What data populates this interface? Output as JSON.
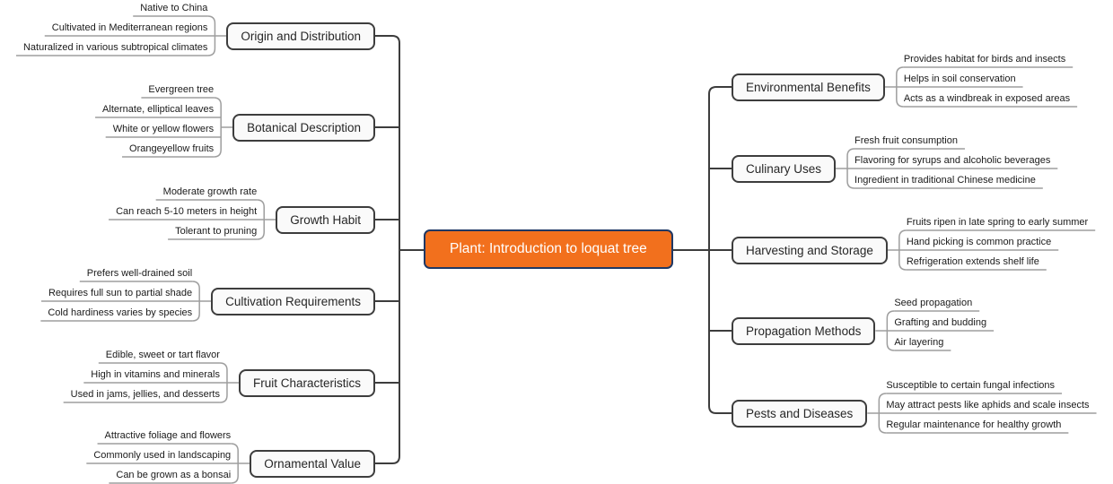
{
  "mindmap": {
    "root": {
      "label": "Plant: Introduction to loquat tree"
    },
    "left_branches": [
      {
        "label": "Origin and Distribution",
        "children": [
          "Native to China",
          "Cultivated in Mediterranean regions",
          "Naturalized in various subtropical climates"
        ]
      },
      {
        "label": "Botanical Description",
        "children": [
          "Evergreen tree",
          "Alternate, elliptical leaves",
          "White or yellow flowers",
          "Orangeyellow fruits"
        ]
      },
      {
        "label": "Growth Habit",
        "children": [
          "Moderate growth rate",
          "Can reach 5-10 meters in height",
          "Tolerant to pruning"
        ]
      },
      {
        "label": "Cultivation Requirements",
        "children": [
          "Prefers well-drained soil",
          "Requires full sun to partial shade",
          "Cold hardiness varies by species"
        ]
      },
      {
        "label": "Fruit Characteristics",
        "children": [
          "Edible, sweet or tart flavor",
          "High in vitamins and minerals",
          "Used in jams, jellies, and desserts"
        ]
      },
      {
        "label": "Ornamental Value",
        "children": [
          "Attractive foliage and flowers",
          "Commonly used in landscaping",
          "Can be grown as a bonsai"
        ]
      }
    ],
    "right_branches": [
      {
        "label": "Environmental Benefits",
        "children": [
          "Provides habitat for birds and insects",
          "Helps in soil conservation",
          "Acts as a windbreak in exposed areas"
        ]
      },
      {
        "label": "Culinary Uses",
        "children": [
          "Fresh fruit consumption",
          "Flavoring for syrups and alcoholic beverages",
          "Ingredient in traditional Chinese medicine"
        ]
      },
      {
        "label": "Harvesting and Storage",
        "children": [
          "Fruits ripen in late spring to early summer",
          "Hand picking is common practice",
          "Refrigeration extends shelf life"
        ]
      },
      {
        "label": "Propagation Methods",
        "children": [
          "Seed propagation",
          "Grafting and budding",
          "Air layering"
        ]
      },
      {
        "label": "Pests and Diseases",
        "children": [
          "Susceptible to certain fungal infections",
          "May attract pests like aphids and scale insects",
          "Regular maintenance for healthy growth"
        ]
      }
    ],
    "colors": {
      "root_fill": "#F2701D",
      "root_border": "#1F3864",
      "root_text": "#FFFFFF",
      "branch_fill": "#FAFAFA",
      "branch_border": "#3D3D3D",
      "branch_text": "#262626",
      "leaf_line": "#9E9E9E",
      "trunk_line": "#3D3D3D"
    }
  }
}
